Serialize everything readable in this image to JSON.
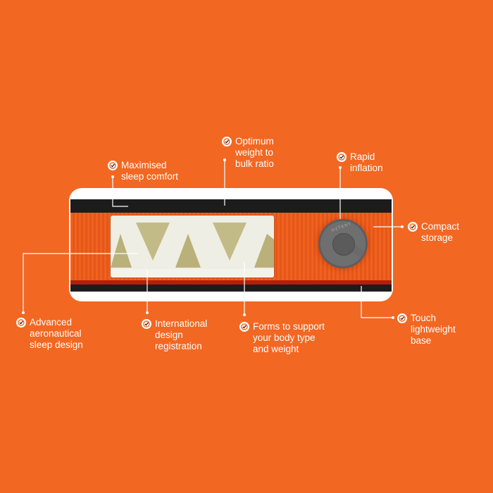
{
  "diagram": {
    "subject": "inflatable sleeping mat cross-section",
    "colors": {
      "background": "#f26722",
      "mat_fabric": "#f0621e",
      "mat_band": "#1c1c1c",
      "foam_core": "#eeeee4",
      "foam_cavity": "#b9b07a",
      "valve": "#6f6f6f",
      "label_text": "#ffffff"
    },
    "valve_brand": "OZTENT",
    "callouts": [
      {
        "id": "sleep-comfort",
        "lines": [
          "Maximised",
          "sleep comfort"
        ]
      },
      {
        "id": "weight-bulk",
        "lines": [
          "Optimum",
          "weight to",
          "bulk ratio"
        ]
      },
      {
        "id": "rapid-inflation",
        "lines": [
          "Rapid",
          "inflation"
        ]
      },
      {
        "id": "compact-storage",
        "lines": [
          "Compact",
          "storage"
        ]
      },
      {
        "id": "aeronautical",
        "lines": [
          "Advanced",
          "aeronautical",
          "sleep design"
        ]
      },
      {
        "id": "design-registration",
        "lines": [
          "International",
          "design",
          "registration"
        ]
      },
      {
        "id": "body-support",
        "lines": [
          "Forms to support",
          "your body type",
          "and weight"
        ]
      },
      {
        "id": "lightweight-base",
        "lines": [
          "Touch",
          "lightweight",
          "base"
        ]
      }
    ]
  }
}
